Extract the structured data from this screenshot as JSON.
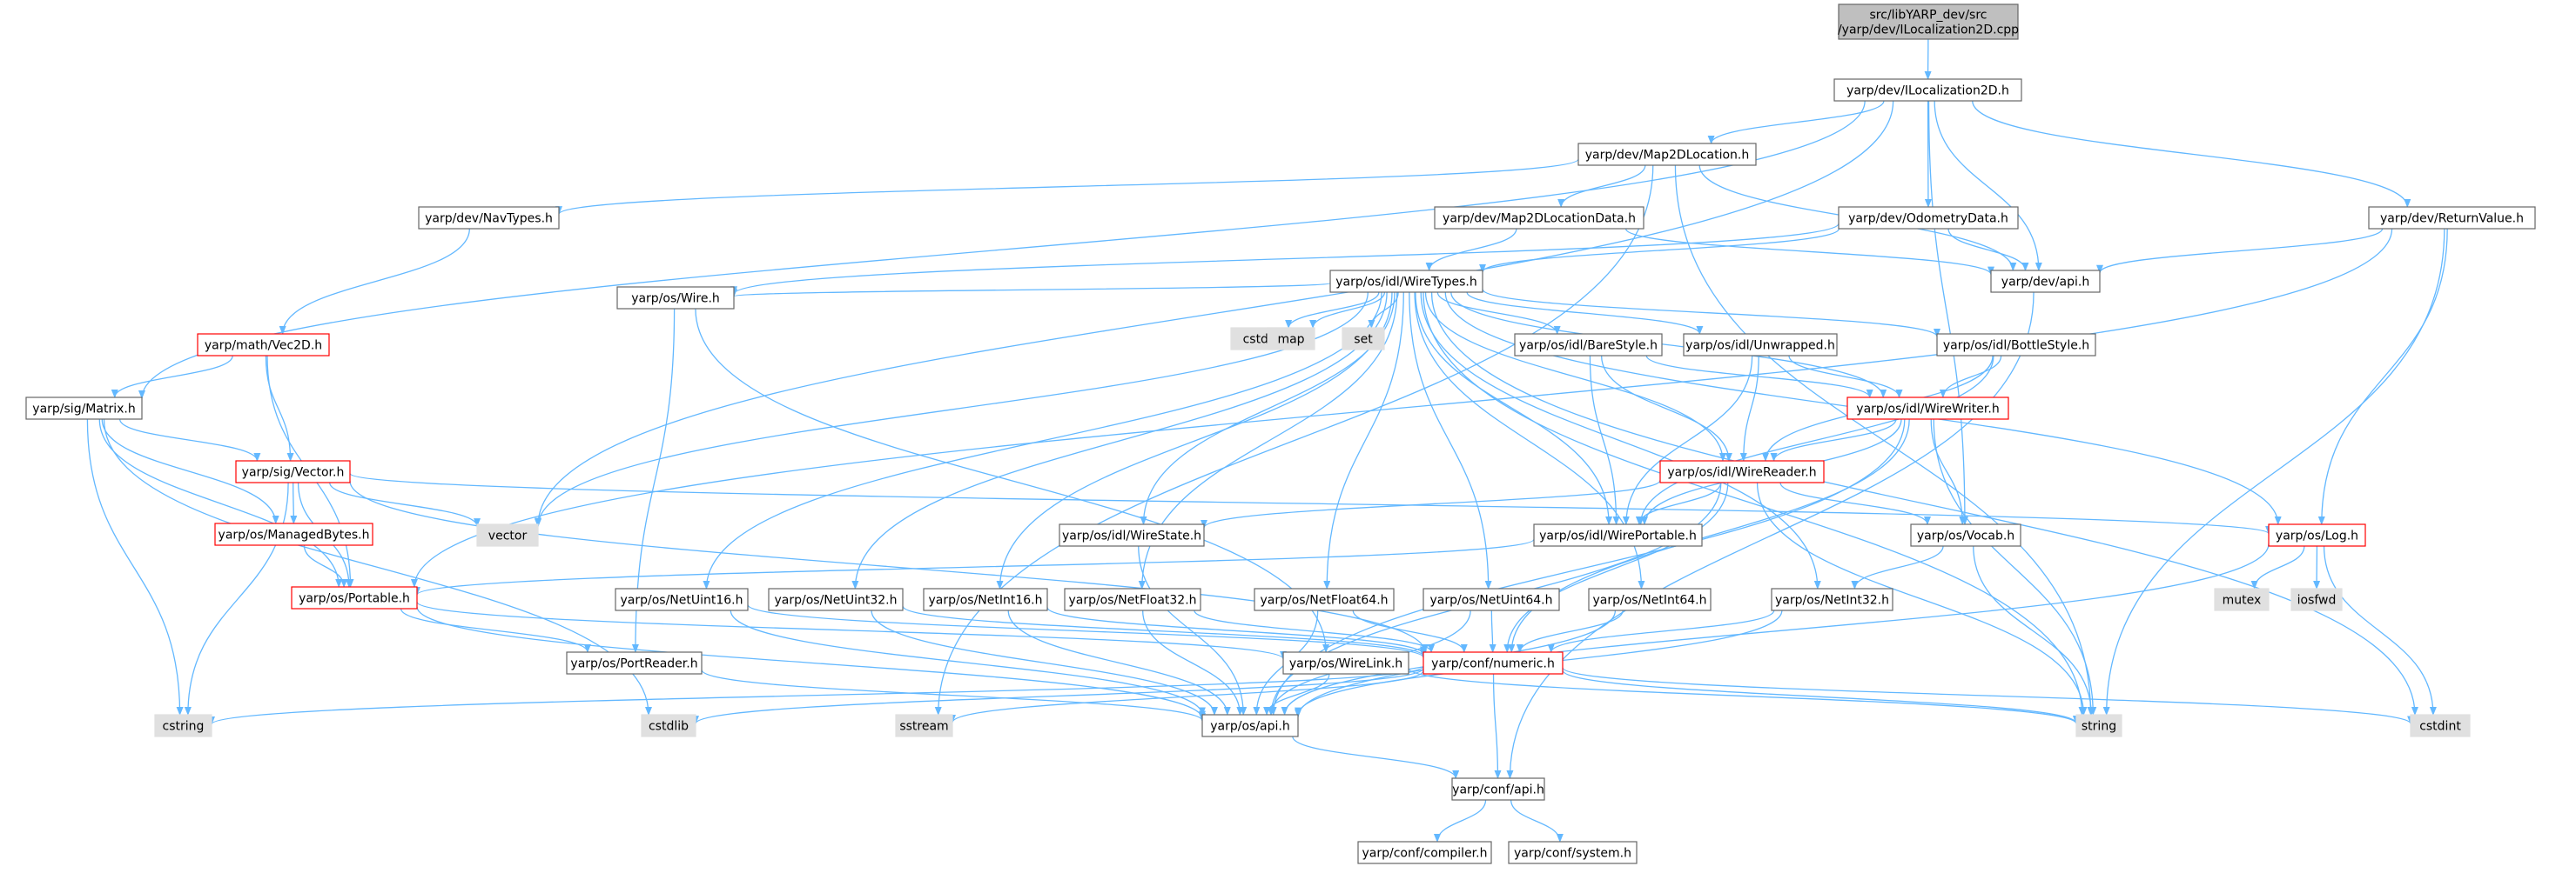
{
  "colors": {
    "edge": "#63b8ff",
    "node_border": "#666666",
    "node_fill": "#ffffff",
    "root_fill": "#bfbfbf",
    "root_border": "#666666",
    "system_fill": "#e0e0e0",
    "system_border": "#e0e0e0",
    "truncated_border": "#ff0000"
  },
  "nodes": [
    {
      "id": "root",
      "label": "src/libYARP_dev/src\n/yarp/dev/ILocalization2D.cpp",
      "kind": "root"
    },
    {
      "id": "iloc",
      "label": "yarp/dev/ILocalization2D.h",
      "kind": "normal"
    },
    {
      "id": "map2dloc",
      "label": "yarp/dev/Map2DLocation.h",
      "kind": "normal"
    },
    {
      "id": "navtypes",
      "label": "yarp/dev/NavTypes.h",
      "kind": "normal"
    },
    {
      "id": "map2dlocdata",
      "label": "yarp/dev/Map2DLocationData.h",
      "kind": "normal"
    },
    {
      "id": "odom",
      "label": "yarp/dev/OdometryData.h",
      "kind": "normal"
    },
    {
      "id": "retval",
      "label": "yarp/dev/ReturnValue.h",
      "kind": "normal"
    },
    {
      "id": "devapi",
      "label": "yarp/dev/api.h",
      "kind": "normal"
    },
    {
      "id": "wiretypes",
      "label": "yarp/os/idl/WireTypes.h",
      "kind": "normal"
    },
    {
      "id": "vec2d",
      "label": "yarp/math/Vec2D.h",
      "kind": "truncated"
    },
    {
      "id": "matrix",
      "label": "yarp/sig/Matrix.h",
      "kind": "normal"
    },
    {
      "id": "vector_h",
      "label": "yarp/sig/Vector.h",
      "kind": "truncated"
    },
    {
      "id": "managed",
      "label": "yarp/os/ManagedBytes.h",
      "kind": "truncated"
    },
    {
      "id": "portable",
      "label": "yarp/os/Portable.h",
      "kind": "truncated"
    },
    {
      "id": "wire",
      "label": "yarp/os/Wire.h",
      "kind": "normal"
    },
    {
      "id": "cstdio",
      "label": "cstdio",
      "kind": "system"
    },
    {
      "id": "map",
      "label": "map",
      "kind": "system"
    },
    {
      "id": "set",
      "label": "set",
      "kind": "system"
    },
    {
      "id": "bare",
      "label": "yarp/os/idl/BareStyle.h",
      "kind": "normal"
    },
    {
      "id": "unwrapped",
      "label": "yarp/os/idl/Unwrapped.h",
      "kind": "normal"
    },
    {
      "id": "bottlestyle",
      "label": "yarp/os/idl/BottleStyle.h",
      "kind": "normal"
    },
    {
      "id": "wirewriter",
      "label": "yarp/os/idl/WireWriter.h",
      "kind": "truncated"
    },
    {
      "id": "wirereader",
      "label": "yarp/os/idl/WireReader.h",
      "kind": "truncated"
    },
    {
      "id": "vector",
      "label": "vector",
      "kind": "system"
    },
    {
      "id": "wirestate",
      "label": "yarp/os/idl/WireState.h",
      "kind": "normal"
    },
    {
      "id": "wireportable",
      "label": "yarp/os/idl/WirePortable.h",
      "kind": "normal"
    },
    {
      "id": "vocab",
      "label": "yarp/os/Vocab.h",
      "kind": "normal"
    },
    {
      "id": "log",
      "label": "yarp/os/Log.h",
      "kind": "truncated"
    },
    {
      "id": "mutex",
      "label": "mutex",
      "kind": "system"
    },
    {
      "id": "iosfwd",
      "label": "iosfwd",
      "kind": "system"
    },
    {
      "id": "netuint16",
      "label": "yarp/os/NetUint16.h",
      "kind": "normal"
    },
    {
      "id": "netuint32",
      "label": "yarp/os/NetUint32.h",
      "kind": "normal"
    },
    {
      "id": "netint16",
      "label": "yarp/os/NetInt16.h",
      "kind": "normal"
    },
    {
      "id": "netfloat32",
      "label": "yarp/os/NetFloat32.h",
      "kind": "normal"
    },
    {
      "id": "netfloat64",
      "label": "yarp/os/NetFloat64.h",
      "kind": "normal"
    },
    {
      "id": "netuint64",
      "label": "yarp/os/NetUint64.h",
      "kind": "normal"
    },
    {
      "id": "netint64",
      "label": "yarp/os/NetInt64.h",
      "kind": "normal"
    },
    {
      "id": "netint32",
      "label": "yarp/os/NetInt32.h",
      "kind": "normal"
    },
    {
      "id": "portreader",
      "label": "yarp/os/PortReader.h",
      "kind": "normal"
    },
    {
      "id": "wirelink",
      "label": "yarp/os/WireLink.h",
      "kind": "normal"
    },
    {
      "id": "numeric",
      "label": "yarp/conf/numeric.h",
      "kind": "truncated"
    },
    {
      "id": "cstring",
      "label": "cstring",
      "kind": "system"
    },
    {
      "id": "cstdlib",
      "label": "cstdlib",
      "kind": "system"
    },
    {
      "id": "sstream",
      "label": "sstream",
      "kind": "system"
    },
    {
      "id": "osapi",
      "label": "yarp/os/api.h",
      "kind": "normal"
    },
    {
      "id": "string",
      "label": "string",
      "kind": "system"
    },
    {
      "id": "cstdint",
      "label": "cstdint",
      "kind": "system"
    },
    {
      "id": "confapi",
      "label": "yarp/conf/api.h",
      "kind": "normal"
    },
    {
      "id": "compiler",
      "label": "yarp/conf/compiler.h",
      "kind": "normal"
    },
    {
      "id": "system",
      "label": "yarp/conf/system.h",
      "kind": "normal"
    }
  ],
  "edges": [
    [
      "root",
      "iloc"
    ],
    [
      "iloc",
      "map2dloc"
    ],
    [
      "iloc",
      "odom"
    ],
    [
      "iloc",
      "retval"
    ],
    [
      "iloc",
      "devapi"
    ],
    [
      "iloc",
      "matrix"
    ],
    [
      "iloc",
      "vocab"
    ],
    [
      "iloc",
      "vector"
    ],
    [
      "map2dloc",
      "navtypes"
    ],
    [
      "map2dloc",
      "map2dlocdata"
    ],
    [
      "map2dloc",
      "devapi"
    ],
    [
      "map2dloc",
      "string"
    ],
    [
      "map2dloc",
      "sstream"
    ],
    [
      "navtypes",
      "vec2d"
    ],
    [
      "map2dlocdata",
      "wiretypes"
    ],
    [
      "map2dlocdata",
      "devapi"
    ],
    [
      "odom",
      "wiretypes"
    ],
    [
      "odom",
      "devapi"
    ],
    [
      "odom",
      "wire"
    ],
    [
      "retval",
      "devapi"
    ],
    [
      "retval",
      "log"
    ],
    [
      "retval",
      "string"
    ],
    [
      "retval",
      "portable"
    ],
    [
      "devapi",
      "confapi"
    ],
    [
      "vec2d",
      "matrix"
    ],
    [
      "vec2d",
      "vector_h"
    ],
    [
      "vec2d",
      "portable"
    ],
    [
      "matrix",
      "vector_h"
    ],
    [
      "matrix",
      "managed"
    ],
    [
      "matrix",
      "portable"
    ],
    [
      "matrix",
      "cstring"
    ],
    [
      "matrix",
      "cstdlib"
    ],
    [
      "vector_h",
      "managed"
    ],
    [
      "vector_h",
      "portable"
    ],
    [
      "vector_h",
      "vector"
    ],
    [
      "vector_h",
      "cstring"
    ],
    [
      "vector_h",
      "log"
    ],
    [
      "vector_h",
      "numeric"
    ],
    [
      "managed",
      "portable"
    ],
    [
      "portable",
      "portreader"
    ],
    [
      "portable",
      "osapi"
    ],
    [
      "portable",
      "wirelink"
    ],
    [
      "wiretypes",
      "wire"
    ],
    [
      "wiretypes",
      "cstdio"
    ],
    [
      "wiretypes",
      "map"
    ],
    [
      "wiretypes",
      "set"
    ],
    [
      "wiretypes",
      "bare"
    ],
    [
      "wiretypes",
      "unwrapped"
    ],
    [
      "wiretypes",
      "bottlestyle"
    ],
    [
      "wiretypes",
      "wirewriter"
    ],
    [
      "wiretypes",
      "wirereader"
    ],
    [
      "wiretypes",
      "wirestate"
    ],
    [
      "wiretypes",
      "wireportable"
    ],
    [
      "wiretypes",
      "netuint16"
    ],
    [
      "wiretypes",
      "netuint32"
    ],
    [
      "wiretypes",
      "netint16"
    ],
    [
      "wiretypes",
      "netfloat32"
    ],
    [
      "wiretypes",
      "netfloat64"
    ],
    [
      "wiretypes",
      "netuint64"
    ],
    [
      "wiretypes",
      "netint64"
    ],
    [
      "wiretypes",
      "netint32"
    ],
    [
      "wiretypes",
      "vector"
    ],
    [
      "wiretypes",
      "string"
    ],
    [
      "wiretypes",
      "cstdint"
    ],
    [
      "wiretypes",
      "log"
    ],
    [
      "wire",
      "portreader"
    ],
    [
      "wire",
      "wirelink"
    ],
    [
      "bare",
      "wirewriter"
    ],
    [
      "bare",
      "wirereader"
    ],
    [
      "bare",
      "wireportable"
    ],
    [
      "unwrapped",
      "wirewriter"
    ],
    [
      "unwrapped",
      "wirereader"
    ],
    [
      "unwrapped",
      "wireportable"
    ],
    [
      "bottlestyle",
      "wirewriter"
    ],
    [
      "bottlestyle",
      "wirereader"
    ],
    [
      "bottlestyle",
      "wireportable"
    ],
    [
      "wirewriter",
      "wirereader"
    ],
    [
      "wirewriter",
      "vocab"
    ],
    [
      "wirewriter",
      "wireportable"
    ],
    [
      "wirewriter",
      "osapi"
    ],
    [
      "wirewriter",
      "string"
    ],
    [
      "wirewriter",
      "numeric"
    ],
    [
      "wirereader",
      "wirestate"
    ],
    [
      "wirereader",
      "wireportable"
    ],
    [
      "wirereader",
      "vocab"
    ],
    [
      "wirereader",
      "numeric"
    ],
    [
      "wirereader",
      "string"
    ],
    [
      "wirereader",
      "osapi"
    ],
    [
      "wirestate",
      "osapi"
    ],
    [
      "wireportable",
      "portable"
    ],
    [
      "vocab",
      "netint32"
    ],
    [
      "vocab",
      "string"
    ],
    [
      "log",
      "osapi"
    ],
    [
      "log",
      "mutex"
    ],
    [
      "log",
      "iosfwd"
    ],
    [
      "log",
      "cstdint"
    ],
    [
      "netuint16",
      "numeric"
    ],
    [
      "netuint16",
      "osapi"
    ],
    [
      "netuint32",
      "numeric"
    ],
    [
      "netuint32",
      "osapi"
    ],
    [
      "netint16",
      "numeric"
    ],
    [
      "netint16",
      "osapi"
    ],
    [
      "netfloat32",
      "numeric"
    ],
    [
      "netfloat32",
      "osapi"
    ],
    [
      "netfloat64",
      "numeric"
    ],
    [
      "netfloat64",
      "osapi"
    ],
    [
      "netuint64",
      "numeric"
    ],
    [
      "netuint64",
      "osapi"
    ],
    [
      "netint64",
      "numeric"
    ],
    [
      "netint64",
      "osapi"
    ],
    [
      "netint32",
      "numeric"
    ],
    [
      "netint32",
      "osapi"
    ],
    [
      "portreader",
      "osapi"
    ],
    [
      "wirelink",
      "osapi"
    ],
    [
      "wirelink",
      "string"
    ],
    [
      "numeric",
      "confapi"
    ],
    [
      "numeric",
      "string"
    ],
    [
      "numeric",
      "cstring"
    ],
    [
      "numeric",
      "cstdlib"
    ],
    [
      "numeric",
      "sstream"
    ],
    [
      "numeric",
      "cstdint"
    ],
    [
      "osapi",
      "confapi"
    ],
    [
      "confapi",
      "compiler"
    ],
    [
      "confapi",
      "system"
    ]
  ]
}
